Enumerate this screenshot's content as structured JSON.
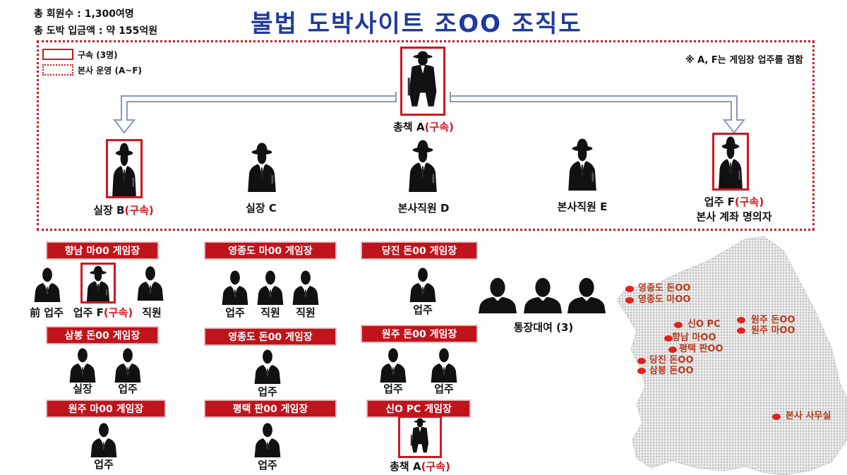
{
  "stats": {
    "members": "총 회원수 : 1,300여명",
    "deposits": "총 도박 입금액 : 약 155억원"
  },
  "title": "불법 도박사이트 조OO 조직도",
  "legend": {
    "arrested": "구속 (3명)",
    "hq_operation": "본사 운영 (A~F)"
  },
  "note": "※ A, F는 게임장 업주를 겸함",
  "colors": {
    "accent_red": "#d0181f",
    "title_blue": "#1f3a9e",
    "store_red": "#c0141c",
    "map_gray": "#cfcfcf"
  },
  "hq": {
    "boss_a": {
      "name": "총책 A",
      "status": "(구속)"
    },
    "manager_b": {
      "name": "실장 B",
      "status": "(구속)"
    },
    "manager_c": {
      "name": "실장 C"
    },
    "staff_d": {
      "name": "본사직원 D"
    },
    "staff_e": {
      "name": "본사직원 E"
    },
    "owner_f": {
      "name": "업주 F",
      "status": "(구속)",
      "role": "본사 계좌 명의자"
    }
  },
  "stores": {
    "hyangnam": {
      "title": "향남 마00 게임장",
      "p1": "前 업주",
      "p2": "업주 F",
      "p2_status": "(구속)",
      "p3": "직원"
    },
    "sambong": {
      "title": "삼봉 돈00 게임장",
      "p1": "실장",
      "p2": "업주"
    },
    "wonju_ma": {
      "title": "원주 마00 게임장",
      "p1": "업주"
    },
    "yeongjong_ma": {
      "title": "영종도 마00 게임장",
      "p1": "업주",
      "p2": "직원",
      "p3": "직원"
    },
    "yeongjong_don": {
      "title": "영종도 돈00 게임장",
      "p1": "업주"
    },
    "pyeongtaek": {
      "title": "평택 판00 게임장",
      "p1": "업주"
    },
    "dangjin": {
      "title": "당진 돈00 게임장",
      "p1": "업주"
    },
    "wonju_don": {
      "title": "원주 돈00 게임장",
      "p1": "업주",
      "p2": "업주"
    },
    "sin_pc": {
      "title": "신O PC 게임장",
      "p1": "총책 A",
      "p1_status": "(구속)"
    }
  },
  "account_lending": {
    "label": "통장대여 (3)"
  },
  "map_labels": {
    "yeongjong_don": "영종도 돈OO",
    "yeongjong_ma": "영종도 마OO",
    "sin_pc": "신O PC",
    "hyangnam": "향남 마OO",
    "pyeongtaek": "평택 판OO",
    "dangjin": "당진 돈OO",
    "sambong": "삼봉 돈OO",
    "wonju_don": "원주 돈OO",
    "wonju_ma": "원주 마OO",
    "hq_office": "본사 사무실"
  },
  "icons": {
    "person": "suited-person-silhouette-icon",
    "fedora": "fedora-person-silhouette-icon",
    "arrow": "hollow-arrow-icon"
  }
}
